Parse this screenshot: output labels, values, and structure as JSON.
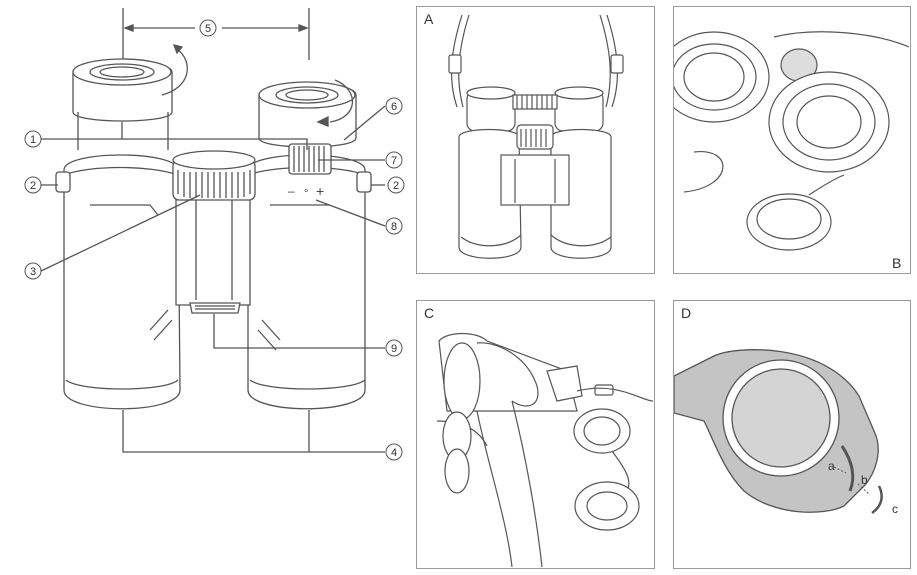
{
  "callouts": {
    "c1": "1",
    "c2a": "2",
    "c2b": "2",
    "c3": "3",
    "c4": "4",
    "c5": "5",
    "c6": "6",
    "c7": "7",
    "c8": "8",
    "c9": "9"
  },
  "diopter_scale": {
    "minus": "–",
    "dot": "∘",
    "plus": "+"
  },
  "panels": {
    "a": {
      "letter": "A"
    },
    "b": {
      "letter": "B"
    },
    "c": {
      "letter": "C"
    },
    "d": {
      "letter": "D",
      "label_a": "a",
      "label_b": "b",
      "label_c": "c"
    }
  },
  "colors": {
    "line": "#555555",
    "frame": "#9a9a9a",
    "lens_gray": "#d4d4d4",
    "strap_gray": "#bdbdbd"
  }
}
